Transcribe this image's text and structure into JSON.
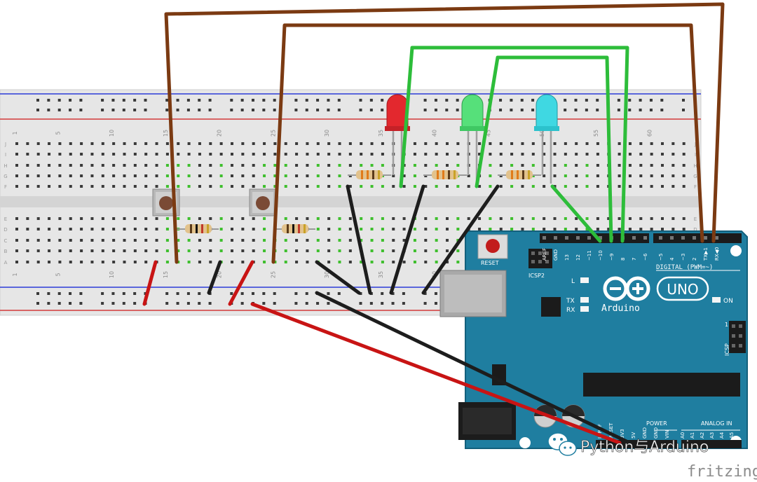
{
  "breadboard": {
    "column_numbers": [
      "1",
      "5",
      "10",
      "15",
      "20",
      "25",
      "30",
      "35",
      "40",
      "45",
      "50",
      "55",
      "60"
    ],
    "row_letters_top": [
      "J",
      "I",
      "H",
      "G",
      "F"
    ],
    "row_letters_bottom": [
      "E",
      "D",
      "C",
      "B",
      "A"
    ]
  },
  "arduino": {
    "logo_text": "Arduino",
    "uno_text": "UNO",
    "reset_label": "RESET",
    "icsp2_label": "ICSP2",
    "icsp_label": "ICSP",
    "digital_label": "DIGITAL (PWM=~)",
    "l_label": "L",
    "tx_label": "TX",
    "rx_label": "RX",
    "on_label": "ON",
    "power_label": "POWER",
    "analog_label": "ANALOG IN",
    "icsp_pin1": "1",
    "digital_pins": [
      "AREF",
      "GND",
      "13",
      "12",
      "~11",
      "~10",
      "~9",
      "8",
      "7",
      "~6",
      "~5",
      "4",
      "~3",
      "2",
      "TX▶1",
      "RX◀0"
    ],
    "power_pins": [
      "IOREF",
      "RESET",
      "3V3",
      "5V",
      "GND",
      "GND",
      "VIN"
    ],
    "analog_pins": [
      "A0",
      "A1",
      "A2",
      "A3",
      "A4",
      "A5"
    ]
  },
  "watermark": {
    "text": "Python与Arduino",
    "icon": "wechat-icon"
  },
  "credit": "fritzing",
  "colors": {
    "board_blue": "#1f7ea0",
    "breadboard": "#e9e9e9",
    "wire_brown": "#7b3a12",
    "wire_green": "#2dbd3a",
    "wire_black": "#1d1d1d",
    "wire_red": "#c81414",
    "led_red": "#e3282e",
    "led_green": "#56e07a",
    "led_cyan": "#3fd8e2"
  }
}
